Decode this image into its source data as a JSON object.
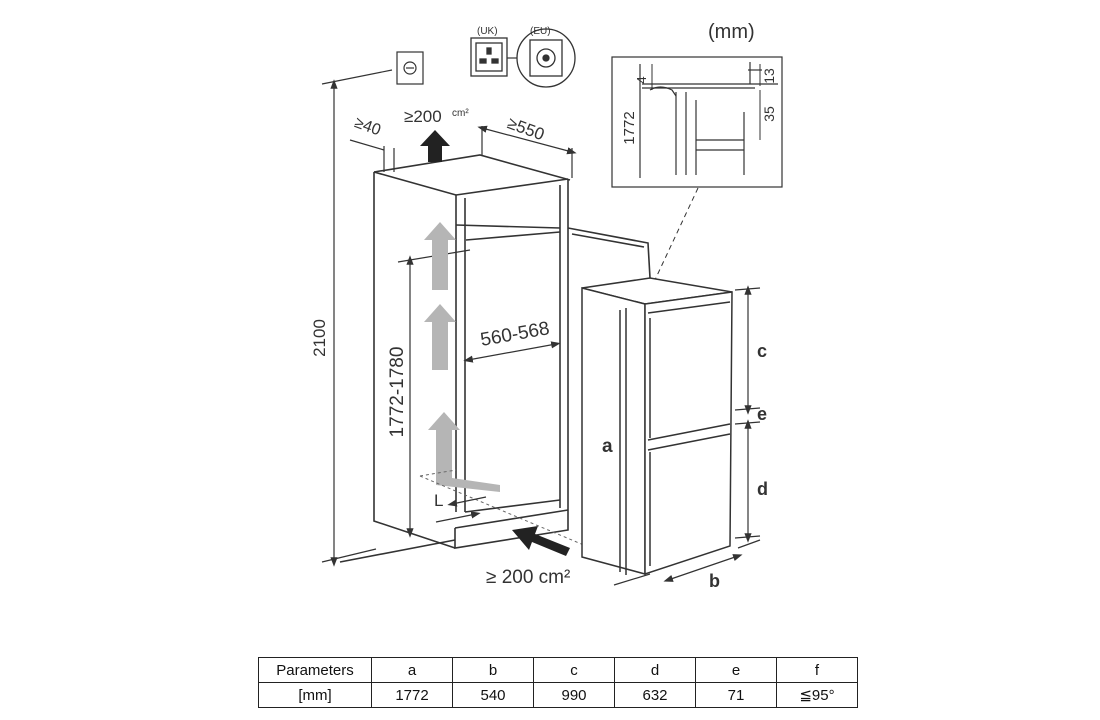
{
  "units_note": "(mm)",
  "socket_labels": {
    "uk": "(UK)",
    "eu": "(EU)"
  },
  "dimensions": {
    "total_height": "2100",
    "niche_height": "1772-1780",
    "niche_width": "560-568",
    "depth": "≥550",
    "top_gap": "≥40",
    "top_vent": "≥200",
    "top_vent_unit": "cm²",
    "bottom_vent": "≥ 200 cm²",
    "length_label": "L"
  },
  "detail": {
    "height": "1772",
    "d4": "4",
    "d13": "13",
    "d35": "35"
  },
  "appliance_labels": {
    "a": "a",
    "b": "b",
    "c": "c",
    "d": "d",
    "e": "e"
  },
  "table": {
    "header": [
      "Parameters",
      "a",
      "b",
      "c",
      "d",
      "e",
      "f"
    ],
    "row": [
      "[mm]",
      "1772",
      "540",
      "990",
      "632",
      "71",
      "≦95°"
    ]
  }
}
